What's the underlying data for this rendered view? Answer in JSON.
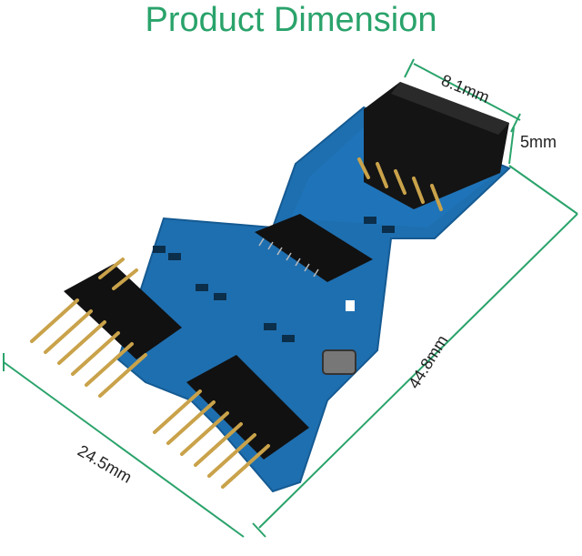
{
  "title": "Product Dimension",
  "dimensions": {
    "width_top": "8.1mm",
    "depth": "5mm",
    "length": "44.8mm",
    "width_bottom": "24.5mm"
  },
  "colors": {
    "title": "#2aa36b",
    "dimension_line": "#2aa36b",
    "pcb": "#1e6fb0",
    "connector": "#111111",
    "pins": "#c9a24a"
  }
}
